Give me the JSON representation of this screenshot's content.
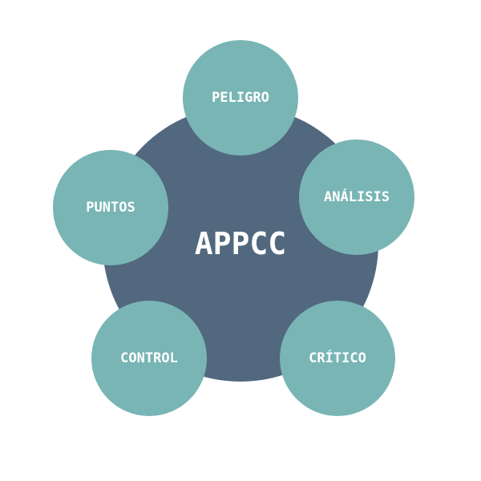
{
  "colors": {
    "center": "#52687f",
    "node": "#79b5b5"
  },
  "center": {
    "label": "APPCC"
  },
  "nodes": [
    {
      "label": "PELIGRO"
    },
    {
      "label": "ANÁLISIS"
    },
    {
      "label": "CRÍTICO"
    },
    {
      "label": "CONTROL"
    },
    {
      "label": "PUNTOS"
    }
  ]
}
